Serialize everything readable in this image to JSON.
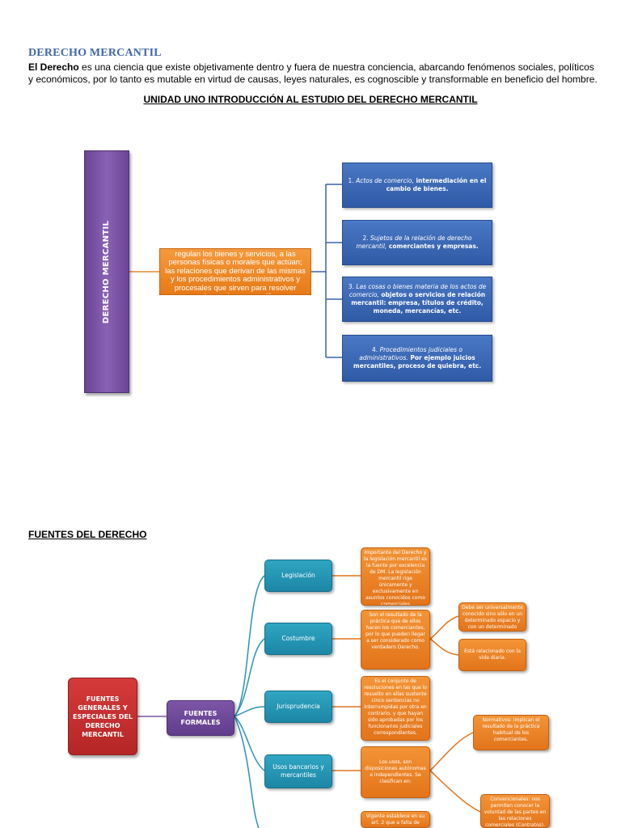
{
  "header": {
    "title": "DERECHO MERCANTIL",
    "intro_bold": "El Derecho",
    "intro_rest": " es una ciencia que existe objetivamente dentro y fuera de nuestra conciencia, abarcando fenómenos sociales, políticos y económicos, por lo tanto es mutable en virtud de causas, leyes naturales, es cognoscible y transformable en beneficio del hombre.",
    "unit_title": "UNIDAD UNO INTRODUCCIÓN AL ESTUDIO DEL DERECHO MERCANTIL"
  },
  "diagram1": {
    "main_label": "DERECHO MERCANTIL",
    "definition": "Es el conjunto de normas jurídicas que regulan los bienes y servicios, a las personas físicas o morales que actúan; las relaciones que derivan de las mismas y los procedimientos administrativos y procesales que sirven para resolver controversias mercantiles",
    "items": [
      {
        "num": "1. ",
        "italic": "Actos de comercio,",
        "bold": " intermediación en el cambio de bienes."
      },
      {
        "num": "2. ",
        "italic": "Sujetos de la relación de derecho mercantil,",
        "bold": " comerciantes y empresas."
      },
      {
        "num": "3. ",
        "italic": "Las cosas o bienes materia de los actos de comercio,",
        "bold": " objetos o servicios de relación mercantil: empresa, títulos de crédito, moneda, mercancías, etc."
      },
      {
        "num": "4. ",
        "italic": "Procedimientos judiciales o administrativos.",
        "bold": " Por ejemplo juicios mercantiles, proceso de quiebra, etc."
      }
    ]
  },
  "diagram2": {
    "section_title": "FUENTES DEL DERECHO",
    "root": "FUENTES GENERALES Y ESPECIALES DEL DERECHO MERCANTIL",
    "formal": "FUENTES FORMALES",
    "branches": [
      "Legislación",
      "Costumbre",
      "Jurisprudencia",
      "Usos bancarios y mercantiles"
    ],
    "details": {
      "legislacion": "Importante del Derecho y la legislación mercantil es la fuente por excelencia de DM. La legislación mercantil rige únicamente y exclusivamente en asuntos conocidos como comerciales",
      "costumbre": "Son el resultado de la práctica que de ellos hacen los comerciantes, por lo que pueden llegar a ser considerado como verdadero Derecho.",
      "jurisprudencia": "Es el conjunto de resoluciones en las que lo resuelto en ellas sustente cinco sentencias no interrumpidas por otra en contrario, y que hayan sido aprobadas por los funcionarios judiciales correspondientes.",
      "usos": "Los usos, son disposiciones autónomas e independientes. Se clasifican en:",
      "bottom": "Vigente establece en su art. 2 que a falta de"
    },
    "sub_costumbre": [
      "Debe ser universalmente conocido sino sólo en un determinado espacio y con un determinado grupo de individuos.",
      "Está relacionado con la vida diaria."
    ],
    "sub_usos": [
      "Normativos: implican el resultado de la práctica habitual de los comerciantes.",
      "Convencionales: nos permiten conocer la voluntad de las partes en las relaciones comerciales (Contratos)."
    ]
  }
}
